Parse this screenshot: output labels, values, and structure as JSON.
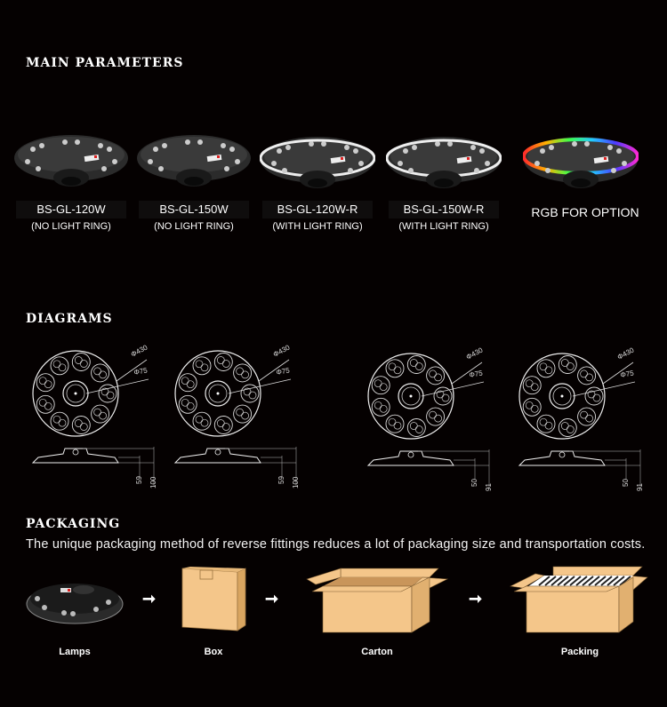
{
  "sections": {
    "main_parameters": "MAIN PARAMETERS",
    "diagrams": "DIAGRAMS",
    "packaging": "PACKAGING"
  },
  "products": [
    {
      "model": "BS-GL-120W",
      "note": "(NO LIGHT RING)"
    },
    {
      "model": "BS-GL-150W",
      "note": "(NO LIGHT RING)"
    },
    {
      "model": "BS-GL-120W-R",
      "note": "(WITH LIGHT RING)"
    },
    {
      "model": "BS-GL-150W-R",
      "note": "(WITH LIGHT RING)"
    },
    {
      "model": "RGB FOR OPTION"
    }
  ],
  "diagrams": [
    {
      "outer": "Φ430",
      "inner": "Φ75",
      "h1": "59",
      "h2": "100"
    },
    {
      "outer": "Φ430",
      "inner": "Φ75",
      "h1": "59",
      "h2": "100"
    },
    {
      "outer": "Φ430",
      "inner": "Φ75",
      "h1": "50",
      "h2": "91"
    },
    {
      "outer": "Φ430",
      "inner": "Φ75",
      "h1": "50",
      "h2": "91"
    }
  ],
  "packaging": {
    "description": "The unique packaging method of reverse fittings reduces a lot of packaging size and transportation costs.",
    "steps": [
      "Lamps",
      "Box",
      "Carton",
      "Packing"
    ]
  },
  "colors": {
    "background": "#050101",
    "cardboard": "#f4c68a",
    "cardboard_dark": "#d9a560"
  }
}
